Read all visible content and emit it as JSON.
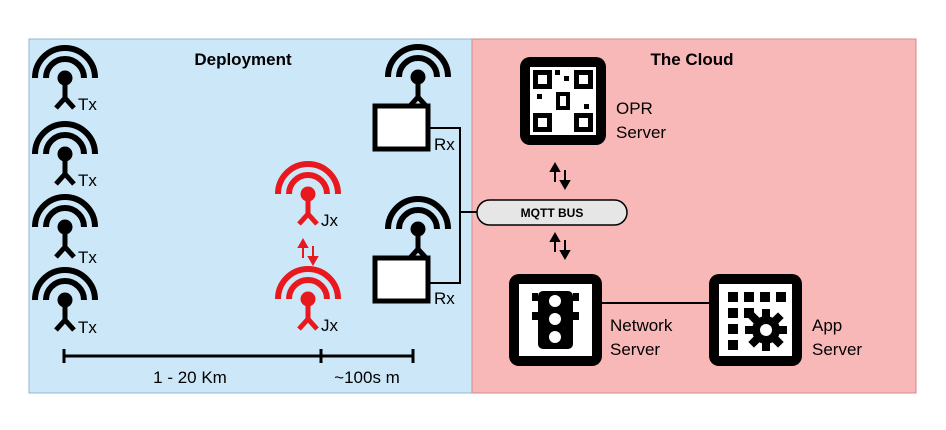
{
  "deployment": {
    "title": "Deployment",
    "transmitters": [
      "Tx",
      "Tx",
      "Tx",
      "Tx"
    ],
    "jammers": [
      "Jx",
      "Jx"
    ],
    "receivers": [
      "Rx",
      "Rx"
    ],
    "distance_left": "1 - 20 Km",
    "distance_right": "~100s m"
  },
  "cloud": {
    "title": "The Cloud",
    "opr_server": [
      "OPR",
      "Server"
    ],
    "bus": "MQTT BUS",
    "network_server": [
      "Network",
      "Server"
    ],
    "app_server": [
      "App",
      "Server"
    ]
  },
  "colors": {
    "deployment_bg": "#cce8f8",
    "cloud_bg": "#f9b8b8",
    "jammer": "#e8191e",
    "ink": "#000000"
  }
}
